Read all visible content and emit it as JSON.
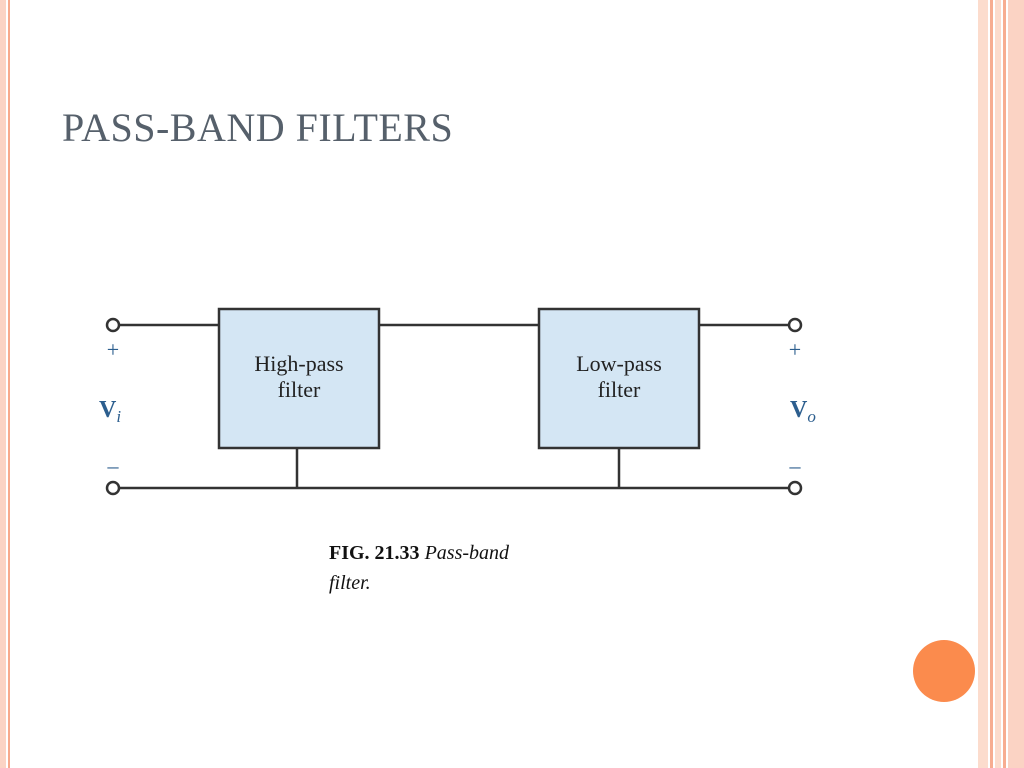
{
  "slide": {
    "title": "PASS-BAND FILTERS"
  },
  "diagram": {
    "blocks": [
      {
        "line1": "High-pass",
        "line2": "filter"
      },
      {
        "line1": "Low-pass",
        "line2": "filter"
      }
    ],
    "input": {
      "plus": "+",
      "minus": "–",
      "symbol": "V",
      "subscript": "i"
    },
    "output": {
      "plus": "+",
      "minus": "–",
      "symbol": "V",
      "subscript": "o"
    }
  },
  "caption": {
    "number": "FIG. 21.33",
    "text": "Pass-band filter."
  },
  "colors": {
    "title": "#56606b",
    "block_fill": "#d4e6f4",
    "wire": "#333333",
    "accent": "#fb8b4d",
    "stripe_light": "#fbd3c4",
    "stripe_dark": "#f7ad91"
  }
}
